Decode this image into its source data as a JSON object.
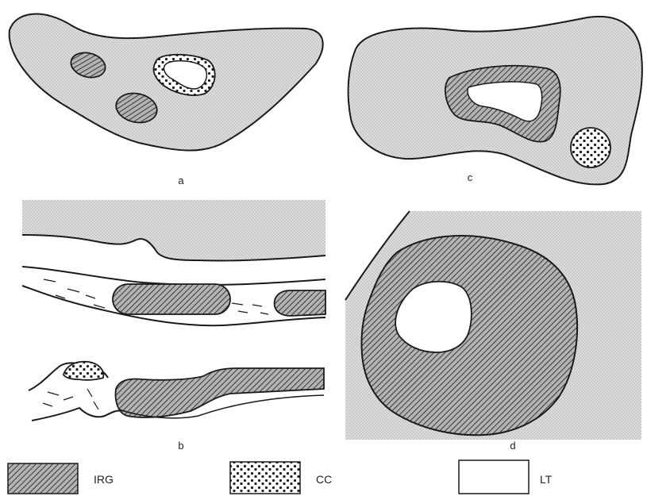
{
  "panels": {
    "a": {
      "label": "a"
    },
    "b": {
      "label": "b"
    },
    "c": {
      "label": "c"
    },
    "d": {
      "label": "d"
    }
  },
  "legend": {
    "irg": {
      "label": "IRG",
      "fill": "diagonal-hatch"
    },
    "cc": {
      "label": "CC",
      "fill": "dots"
    },
    "lt": {
      "label": "LT",
      "fill": "blank"
    }
  },
  "colors": {
    "ink": "#1a1a1a",
    "stipple_bg": "#d9d9d9",
    "hatch_bg": "#a8a8a8",
    "paper": "#ffffff"
  }
}
